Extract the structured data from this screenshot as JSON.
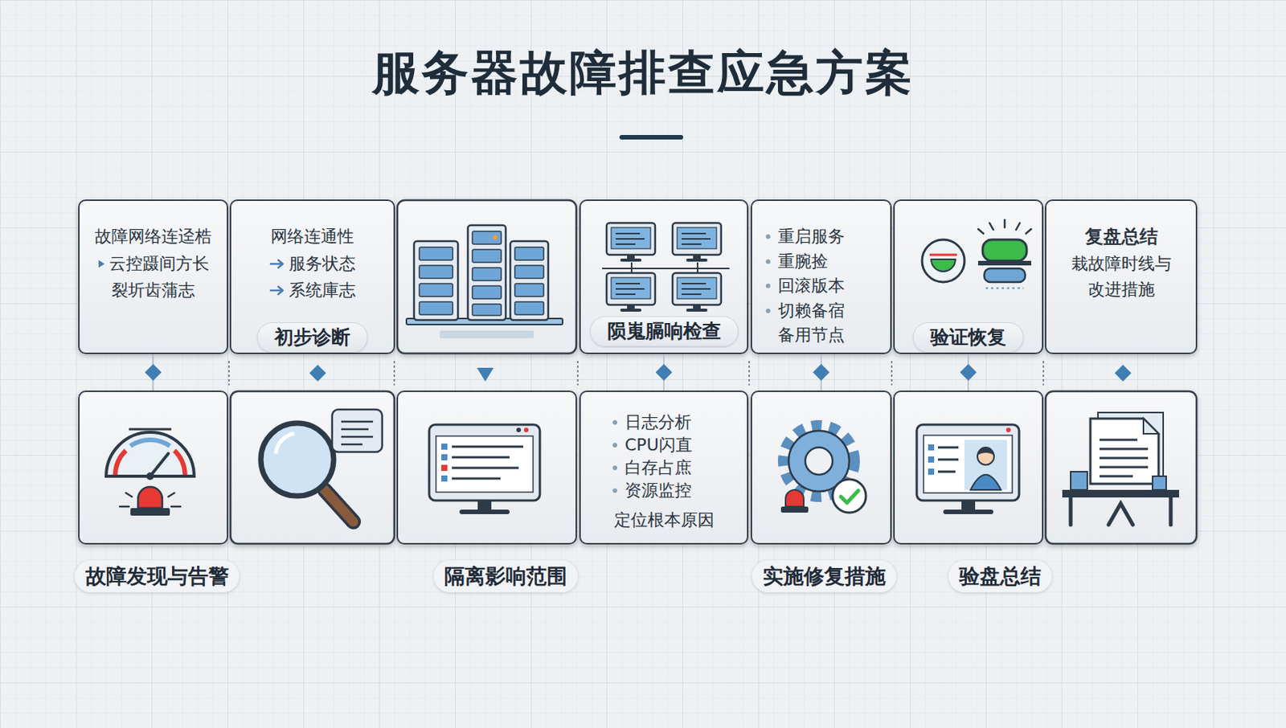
{
  "diagram": {
    "title": "服务器故障排查应急方案",
    "nodes": [
      {
        "text": [
          "故障网络连迳梏",
          "云控蹑间方长",
          "裂圻齿蒲志"
        ]
      },
      {
        "text": [
          "网络连通性",
          "服务状态",
          "系统庫志",
          "初步诊断"
        ]
      },
      {
        "text": [
          "陨嵬膈响检查"
        ]
      },
      {
        "text": [
          "重启服务",
          "重腕捡",
          "回滚版本",
          "切赖备宿 备用节点"
        ]
      },
      {
        "text": [
          "验证恢复"
        ]
      },
      {
        "text": [
          "复盘总结",
          "栽故障时线与 改进措施"
        ]
      },
      {
        "text": [
          "故障发现与告警"
        ]
      },
      {
        "text": [
          "隔离影响范围"
        ]
      },
      {
        "text": [
          "日志分析",
          "CPU闪直",
          "白存占庶",
          "资源监控",
          "定位根本原因"
        ]
      },
      {
        "text": [
          "实施修复措施"
        ]
      },
      {
        "text": [
          "验盘总结"
        ]
      }
    ],
    "edges": [
      {
        "from": 0,
        "to": 6,
        "arrow": "none"
      },
      {
        "from": 2,
        "to": 8,
        "arrow": "none"
      },
      {
        "from": 3,
        "to": 9,
        "arrow": "none"
      },
      {
        "from": 4,
        "to": 10,
        "arrow": "none"
      }
    ]
  }
}
